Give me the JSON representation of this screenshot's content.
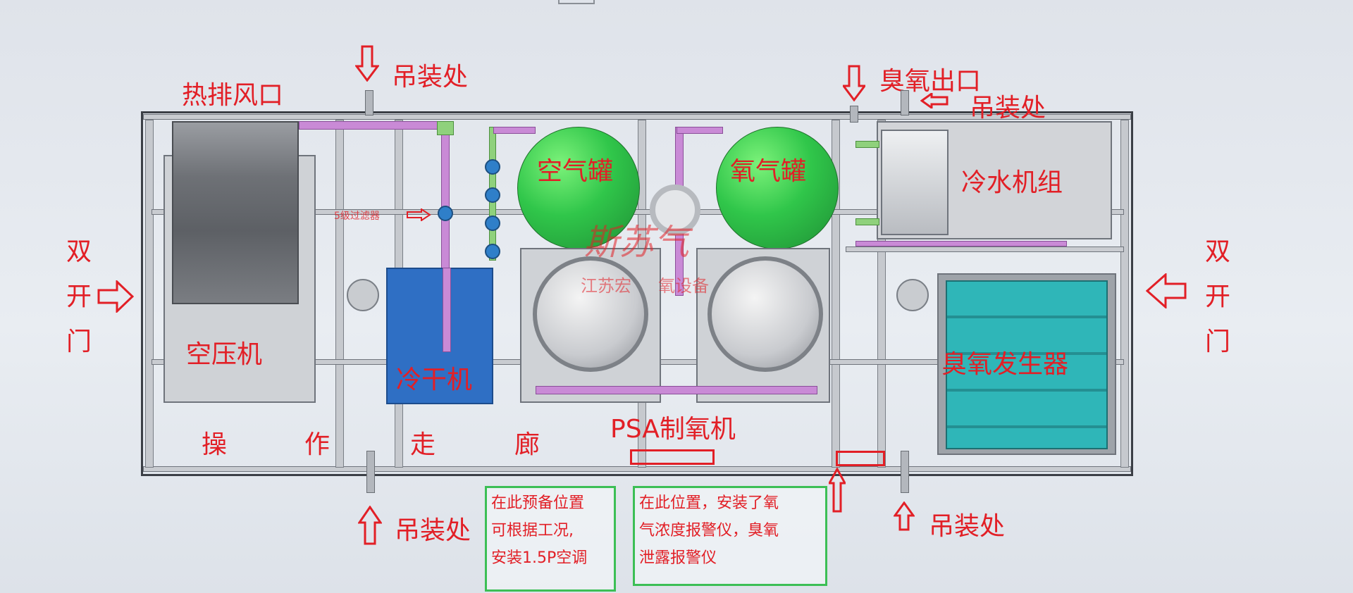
{
  "labels": {
    "heat_exhaust": "热排风口",
    "lift_top_left": "吊装处",
    "ozone_outlet": "臭氧出口",
    "lift_top_right": "吊装处",
    "air_tank": "空气罐",
    "oxygen_tank": "氧气罐",
    "chiller": "冷水机组",
    "door_left": "双开门",
    "door_right": "双开门",
    "compressor": "空压机",
    "dryer": "冷干机",
    "ozone_generator": "臭氧发生器",
    "psa": "PSA制氧机",
    "corridor": [
      "操",
      "作",
      "走",
      "廊"
    ],
    "lift_bottom_left": "吊装处",
    "lift_bottom_right": "吊装处",
    "filter_small": "5级过滤器",
    "watermark_logo": "斯苏气",
    "watermark_sub": "江苏宏     氧设备"
  },
  "notes": {
    "note1": [
      "在此预备位置",
      "可根据工况,",
      "安装1.5P空调"
    ],
    "note2": [
      "在此位置，安装了氧",
      "气浓度报警仪，臭氧",
      "泄露报警仪"
    ]
  },
  "colors": {
    "label_red": "#e21f26",
    "tank_green": "#30c64a",
    "pipe_purple": "#c98ad6",
    "dryer_blue": "#2f6fc4",
    "ozone_teal": "#2fb6b8",
    "note_border_green": "#3cbf55"
  }
}
